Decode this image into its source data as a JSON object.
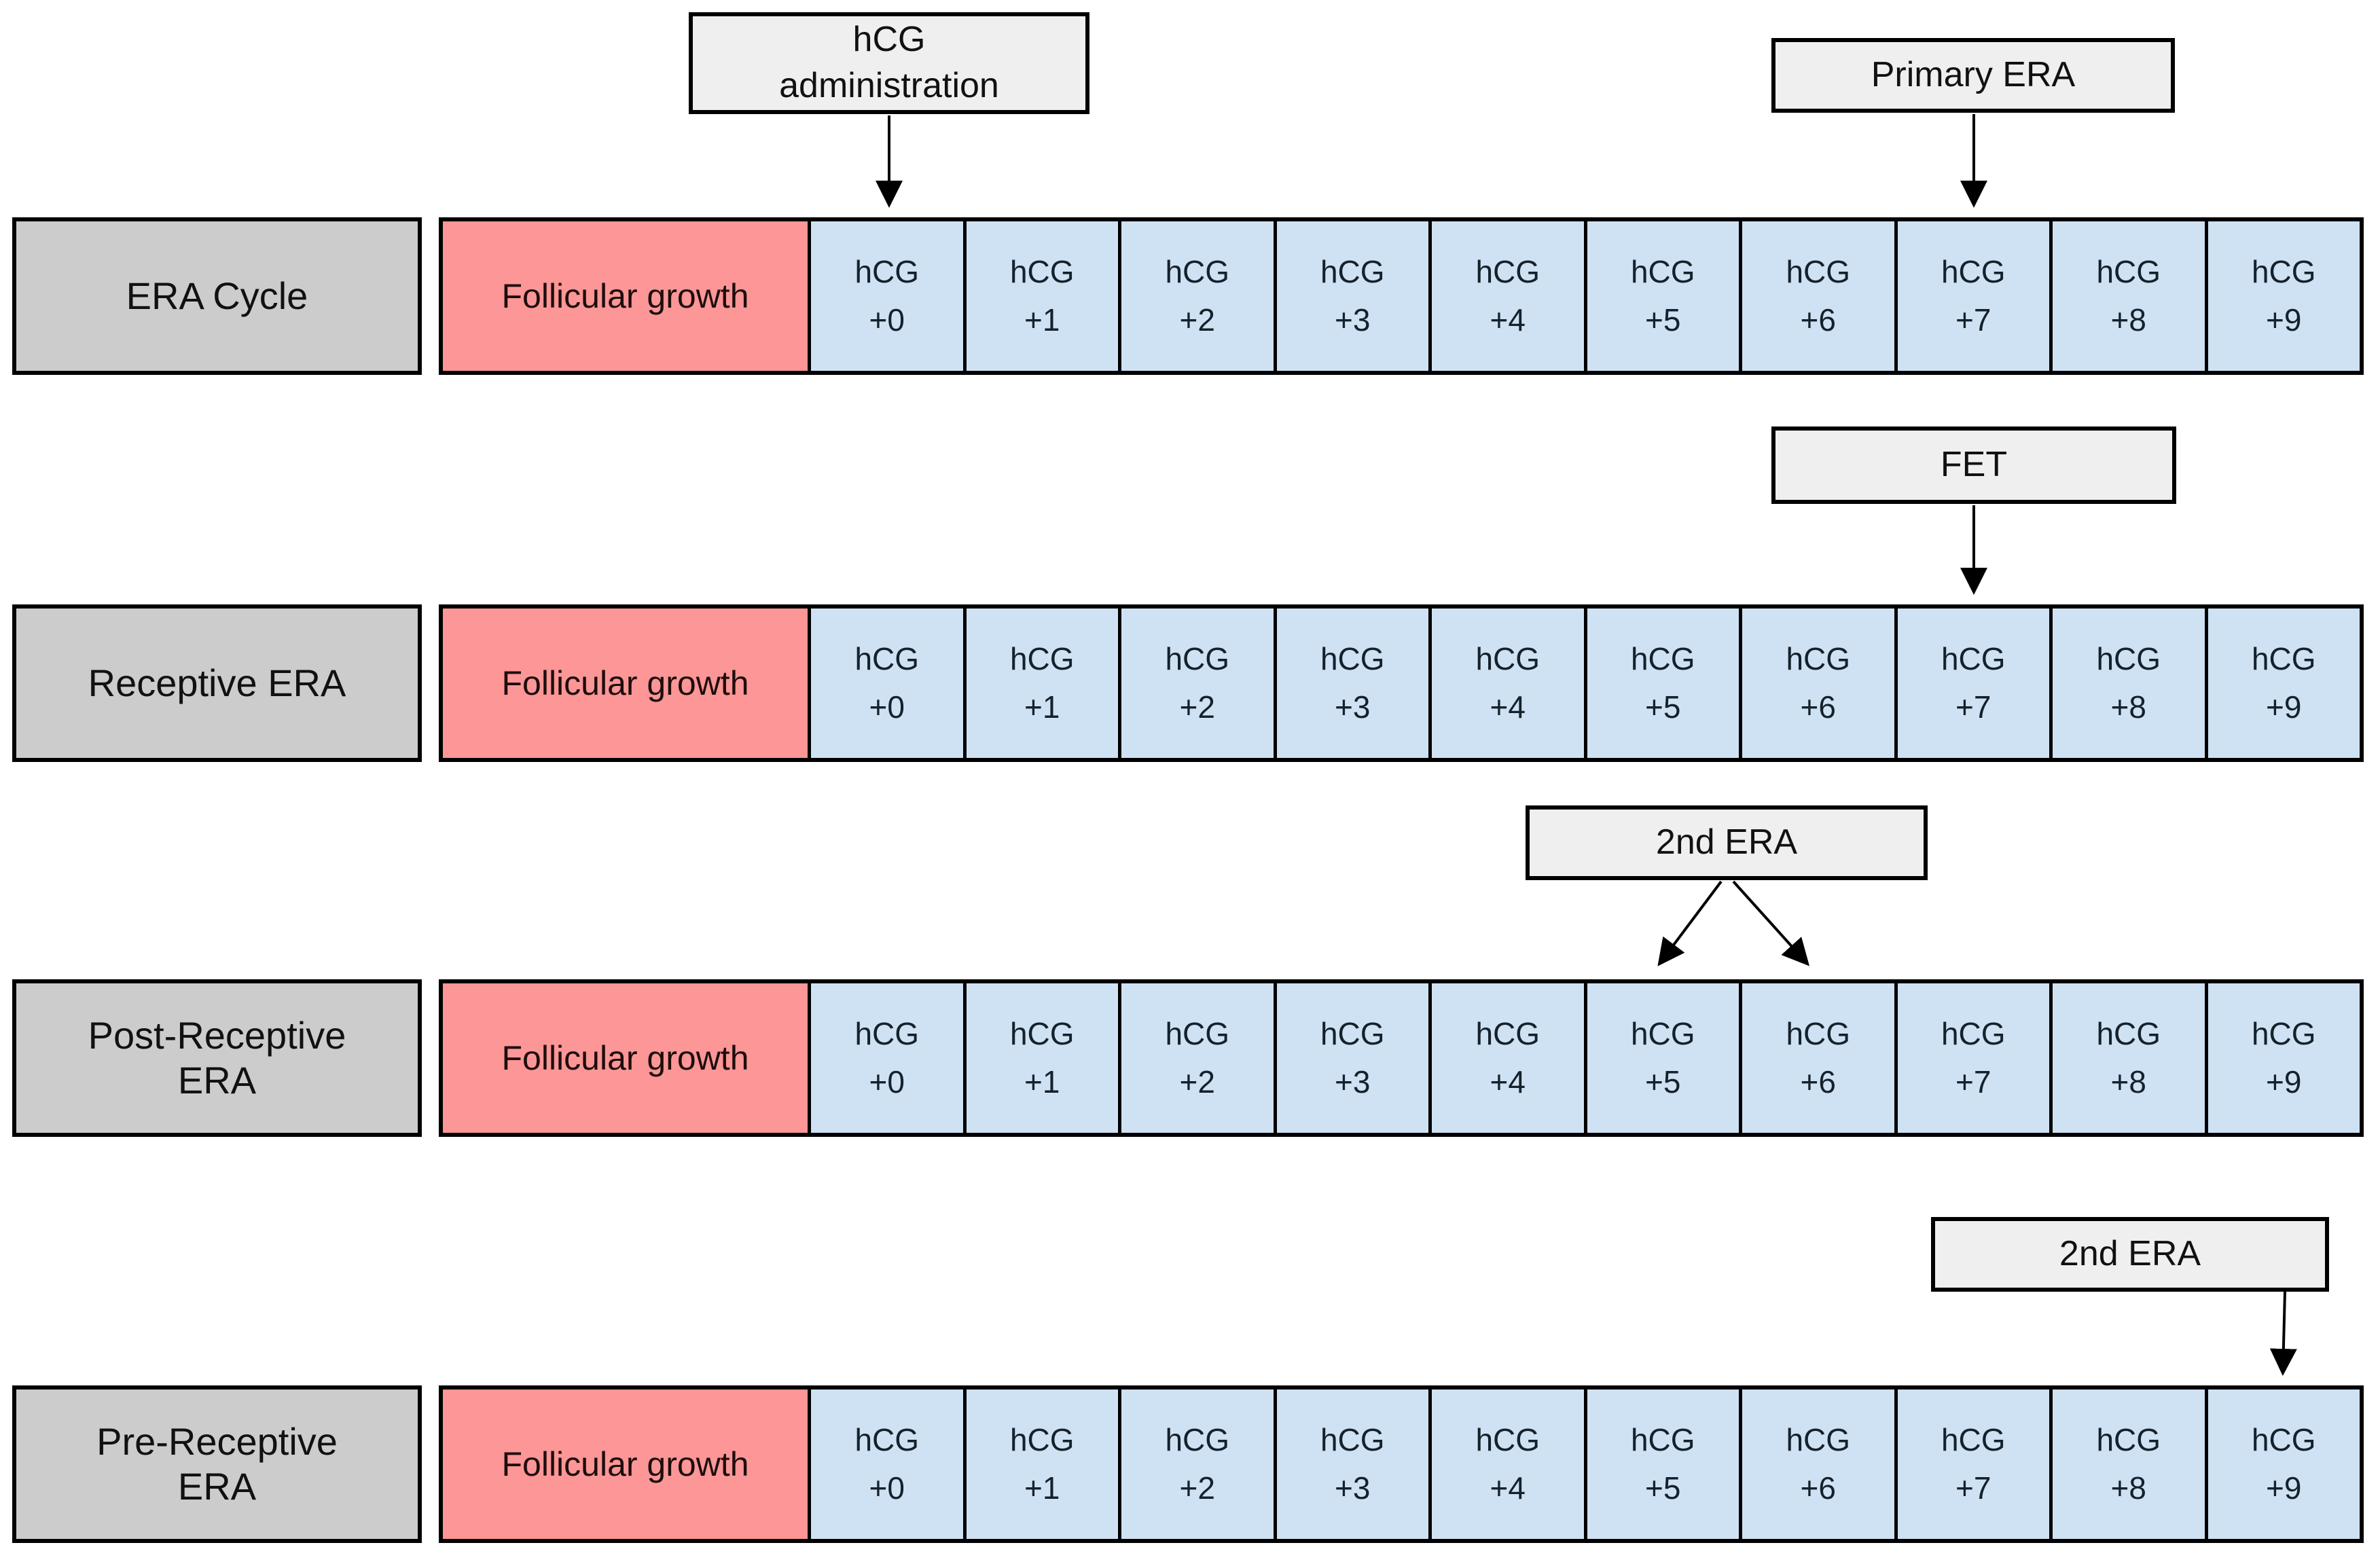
{
  "colors": {
    "row_label_fill": "#cccccc",
    "phase_fill": "#fd9696",
    "day_fill": "#cfe2f3",
    "annotation_fill": "#efefef",
    "border": "#000000",
    "page_bg": "#ffffff",
    "label_text": "#111111",
    "phase_text": "#1d0d0d",
    "day_text": "#15212b",
    "annotation_text": "#111111"
  },
  "diagram": {
    "day_prefix": "hCG",
    "rows": [
      {
        "id": "era-cycle",
        "label_lines": [
          "ERA Cycle"
        ],
        "phase_label": "Follicular growth",
        "days": [
          "+0",
          "+1",
          "+2",
          "+3",
          "+4",
          "+5",
          "+6",
          "+7",
          "+8",
          "+9"
        ]
      },
      {
        "id": "receptive-era",
        "label_lines": [
          "Receptive ERA"
        ],
        "phase_label": "Follicular growth",
        "days": [
          "+0",
          "+1",
          "+2",
          "+3",
          "+4",
          "+5",
          "+6",
          "+7",
          "+8",
          "+9"
        ]
      },
      {
        "id": "post-receptive-era",
        "label_lines": [
          "Post-Receptive",
          "ERA"
        ],
        "phase_label": "Follicular growth",
        "days": [
          "+0",
          "+1",
          "+2",
          "+3",
          "+4",
          "+5",
          "+6",
          "+7",
          "+8",
          "+9"
        ]
      },
      {
        "id": "pre-receptive-era",
        "label_lines": [
          "Pre-Receptive",
          "ERA"
        ],
        "phase_label": "Follicular growth",
        "days": [
          "+0",
          "+1",
          "+2",
          "+3",
          "+4",
          "+5",
          "+6",
          "+7",
          "+8",
          "+9"
        ]
      }
    ],
    "annotations": [
      {
        "id": "hcg-administration",
        "label_lines": [
          "hCG",
          "administration"
        ],
        "targets": [
          "hCG +0"
        ]
      },
      {
        "id": "primary-era",
        "label_lines": [
          "Primary ERA"
        ],
        "targets": [
          "hCG +7"
        ]
      },
      {
        "id": "fet",
        "label_lines": [
          "FET"
        ],
        "targets": [
          "hCG +7"
        ]
      },
      {
        "id": "second-era-post",
        "label_lines": [
          "2nd ERA"
        ],
        "targets": [
          "hCG +5",
          "hCG +6"
        ]
      },
      {
        "id": "second-era-pre",
        "label_lines": [
          "2nd ERA"
        ],
        "targets": [
          "hCG +9"
        ]
      }
    ]
  }
}
